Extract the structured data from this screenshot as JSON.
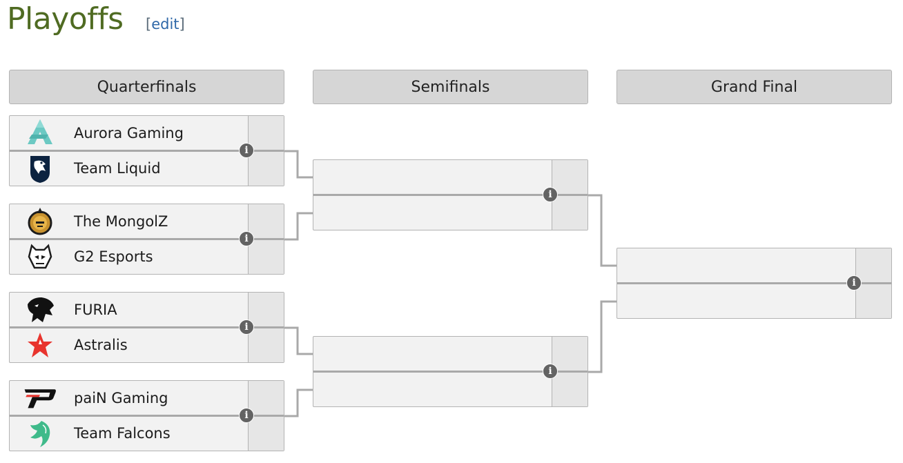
{
  "page": {
    "title": "Playoffs",
    "edit_open": "[",
    "edit_label": "edit",
    "edit_close": "]"
  },
  "rounds": [
    {
      "label": "Quarterfinals"
    },
    {
      "label": "Semifinals"
    },
    {
      "label": "Grand Final"
    }
  ],
  "quarterfinals": [
    {
      "team1": {
        "name": "Aurora Gaming",
        "logo": "aurora-logo"
      },
      "team2": {
        "name": "Team Liquid",
        "logo": "liquid-logo"
      }
    },
    {
      "team1": {
        "name": "The MongolZ",
        "logo": "mongolz-logo"
      },
      "team2": {
        "name": "G2 Esports",
        "logo": "g2-logo"
      }
    },
    {
      "team1": {
        "name": "FURIA",
        "logo": "furia-logo"
      },
      "team2": {
        "name": "Astralis",
        "logo": "astralis-logo"
      }
    },
    {
      "team1": {
        "name": "paiN Gaming",
        "logo": "pain-logo"
      },
      "team2": {
        "name": "Team Falcons",
        "logo": "falcons-logo"
      }
    }
  ],
  "info_icon": {
    "glyph": "i",
    "name": "info-icon"
  },
  "colors": {
    "title": "#4f6b22",
    "link": "#2f68a8",
    "header_bg": "#d6d6d6",
    "match_bg": "#f2f2f2",
    "connector": "#a9a9a9"
  }
}
